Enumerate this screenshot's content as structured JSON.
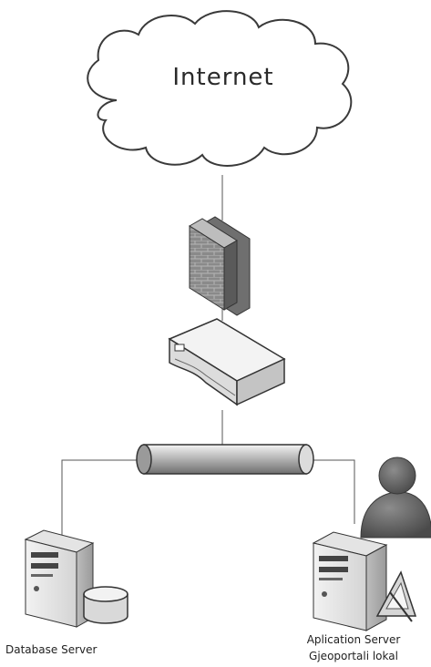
{
  "cloud": {
    "label": "Internet"
  },
  "nodes": {
    "database_server": {
      "label": "Database Server"
    },
    "application_server": {
      "label_line1": "Aplication  Server",
      "label_line2": "Gjeoportali lokal"
    }
  },
  "icons": {
    "cloud": "cloud-icon",
    "firewall": "firewall-icon",
    "router": "router-icon",
    "bus": "network-bus-icon",
    "database_tower": "server-tower-icon",
    "database": "database-icon",
    "app_tower": "server-tower-icon",
    "user": "user-icon",
    "tool": "tool-icon"
  },
  "colors": {
    "line": "#555555",
    "outline": "#333333",
    "firewall_face": "#8f8f8f",
    "device_face": "#e6e6e6",
    "user_fill": "#6b6b6b"
  }
}
